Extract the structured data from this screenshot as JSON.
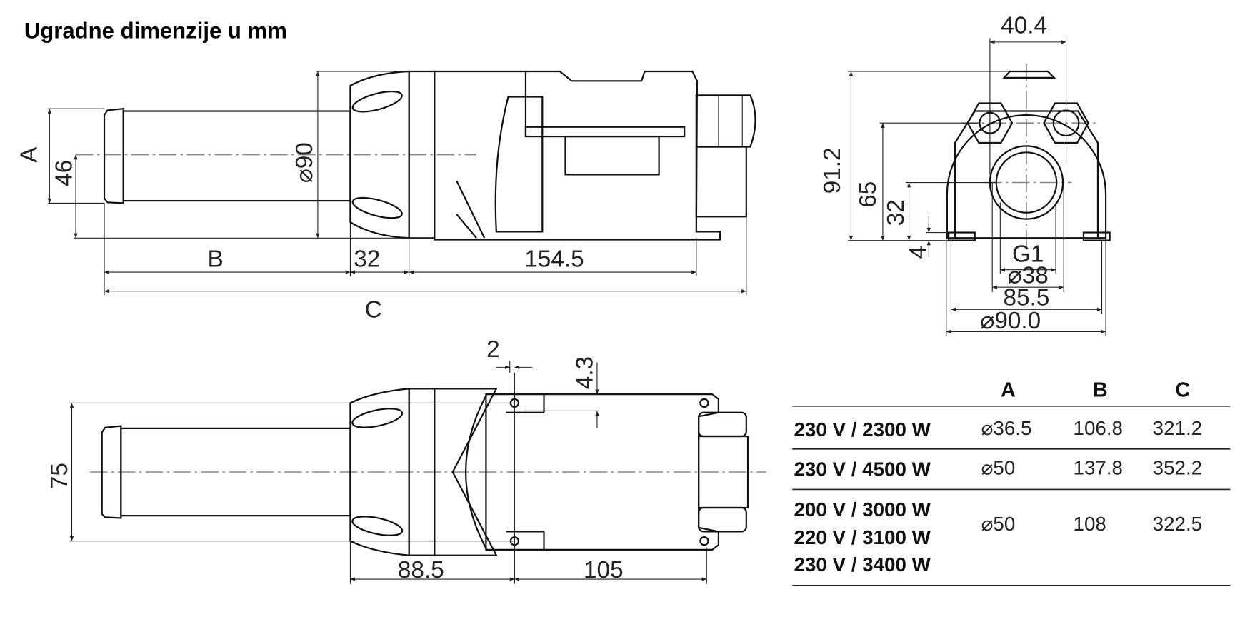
{
  "title": "Ugradne dimenzije u mm",
  "side_view": {
    "A": "A",
    "d46": "46",
    "d90": "⌀90",
    "B": "B",
    "d32": "32",
    "d154": "154.5",
    "C": "C"
  },
  "front_view": {
    "d40": "40.4",
    "d91": "91.2",
    "d65": "65",
    "d32": "32",
    "d4": "4",
    "G1": "G1",
    "d38": "⌀38",
    "d85": "85.5",
    "d90": "⌀90.0"
  },
  "bottom_view": {
    "d2": "2",
    "d43": "4.3",
    "d75": "75",
    "d88": "88.5",
    "d105": "105"
  },
  "table": {
    "headers": [
      "A",
      "B",
      "C"
    ],
    "rows": [
      {
        "labels": [
          "230 V / 2300 W"
        ],
        "A": "⌀36.5",
        "B": "106.8",
        "C": "321.2"
      },
      {
        "labels": [
          "230 V / 4500 W"
        ],
        "A": "⌀50",
        "B": "137.8",
        "C": "352.2"
      },
      {
        "labels": [
          "200 V / 3000 W",
          "220 V / 3100 W",
          "230 V / 3400 W"
        ],
        "A": "⌀50",
        "B": "108",
        "C": "322.5"
      }
    ]
  }
}
